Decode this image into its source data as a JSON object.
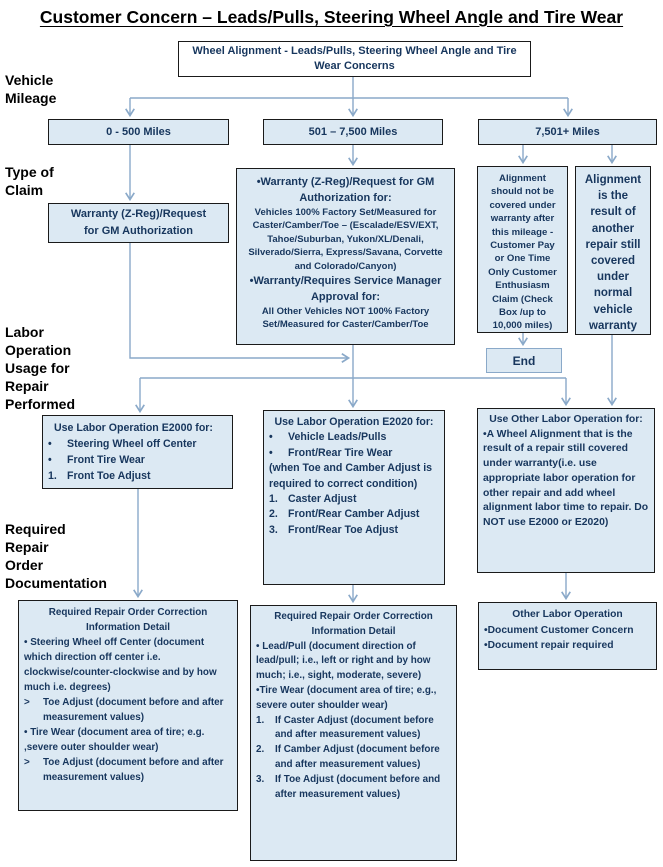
{
  "title": "Customer Concern – Leads/Pulls, Steering Wheel Angle and Tire Wear",
  "colors": {
    "box_fill": "#dce9f3",
    "box_border": "#1a1a1a",
    "connector": "#8aa9c9",
    "box_text": "#17365d",
    "label_text": "#000000",
    "start_fill": "#ffffff"
  },
  "side_labels": [
    {
      "id": "vehicle-mileage",
      "text": "Vehicle\nMileage"
    },
    {
      "id": "type-of-claim",
      "text": "Type of\nClaim"
    },
    {
      "id": "labor-operation-usage",
      "text": "Labor\nOperation\nUsage for\nRepair\nPerformed"
    },
    {
      "id": "required-repair-order",
      "text": "Required\nRepair\nOrder\nDocumentation"
    }
  ],
  "nodes": {
    "start": "Wheel Alignment - Leads/Pulls, Steering Wheel Angle and Tire Wear Concerns",
    "mileage_0_500": "0 - 500 Miles",
    "mileage_501_7500": "501 – 7,500 Miles",
    "mileage_7501_plus": "7,501+ Miles",
    "warranty_left": "Warranty (Z-Reg)/Request\nfor GM  Authorization",
    "warranty_middle": {
      "lines": [
        {
          "c": "hdr",
          "t": "•Warranty (Z-Reg)/Request for GM Authorization for:"
        },
        {
          "c": "sub hdr",
          "t": "Vehicles 100% Factory Set/Measured for Caster/Camber/Toe – (Escalade/ESV/EXT, Tahoe/Suburban, Yukon/XL/Denali, Silverado/Sierra, Express/Savana,  Corvette and Colorado/Canyon)"
        },
        {
          "c": "hdr",
          "t": "•Warranty/Requires Service Manager Approval for:"
        },
        {
          "c": "sub hdr",
          "t": "All Other Vehicles NOT 100% Factory Set/Measured for Caster/Camber/Toe"
        }
      ]
    },
    "customer_pay": "Alignment\nshould not be\ncovered under\nwarranty after\nthis mileage -\nCustomer Pay\nor  One Time\nOnly Customer\nEnthusiasm\nClaim (Check\nBox /up to\n10,000 miles)",
    "other_repair_warranty": "Alignment\nis the\nresult of\nanother\nrepair still\ncovered\nunder\nnormal\nvehicle\nwarranty",
    "end": "End",
    "labor_e2000": {
      "lines": [
        {
          "c": "hdr-left",
          "t": "Use Labor Operation E2000 for:"
        },
        {
          "m": "•",
          "t": "Steering Wheel off Center"
        },
        {
          "m": "•",
          "t": "Front Tire Wear"
        },
        {
          "m": "1.",
          "t": "Front Toe Adjust"
        }
      ]
    },
    "labor_e2020": {
      "lines": [
        {
          "c": "hdr",
          "t": "Use Labor Operation E2020 for:"
        },
        {
          "m": "•",
          "t": "Vehicle Leads/Pulls"
        },
        {
          "m": "•",
          "t": "Front/Rear Tire Wear"
        },
        {
          "c": "left",
          "t": "(when Toe and Camber Adjust is required to correct condition)"
        },
        {
          "m": "1.",
          "t": "Caster Adjust"
        },
        {
          "m": "2.",
          "t": "Front/Rear Camber Adjust"
        },
        {
          "m": "3.",
          "t": "Front/Rear Toe Adjust"
        }
      ]
    },
    "labor_other": {
      "lines": [
        {
          "c": "hdr",
          "t": "Use Other Labor Operation for:"
        },
        {
          "c": "left",
          "t": "•A Wheel Alignment that is the result of a repair still covered under warranty(i.e. use appropriate labor operation for other repair and add wheel alignment labor time to repair. Do NOT use E2000 or E2020)"
        }
      ]
    },
    "doc_e2000": {
      "lines": [
        {
          "c": "hdr",
          "t": "Required Repair Order Correction Information Detail"
        },
        {
          "c": "left",
          "t": "• Steering Wheel off Center (document which direction off center i.e. clockwise/counter-clockwise and by how much i.e. degrees)"
        },
        {
          "m": ">",
          "t": "Toe Adjust (document before and after measurement values)"
        },
        {
          "c": "left",
          "t": "• Tire Wear (document area of tire; e.g. ,severe outer shoulder wear)"
        },
        {
          "m": ">",
          "t": "Toe Adjust (document before and after measurement values)"
        }
      ]
    },
    "doc_e2020": {
      "lines": [
        {
          "c": "hdr",
          "t": "Required Repair Order Correction Information Detail"
        },
        {
          "c": "left",
          "t": "• Lead/Pull (document direction of lead/pull; i.e., left or right and by how much; i.e., sight, moderate, severe)"
        },
        {
          "c": "left",
          "t": "•Tire Wear (document area of tire; e.g., severe outer shoulder wear)"
        },
        {
          "m": "1.",
          "t": "If Caster Adjust (document before and after measurement values)"
        },
        {
          "m": "2.",
          "t": "If Camber Adjust (document before and after measurement values)"
        },
        {
          "m": "3.",
          "t": "If Toe Adjust (document before and after measurement values)"
        }
      ]
    },
    "doc_other": {
      "lines": [
        {
          "c": "hdr",
          "t": "Other Labor Operation"
        },
        {
          "c": "left",
          "t": "•Document Customer Concern"
        },
        {
          "c": "left",
          "t": "•Document repair required"
        }
      ]
    }
  }
}
